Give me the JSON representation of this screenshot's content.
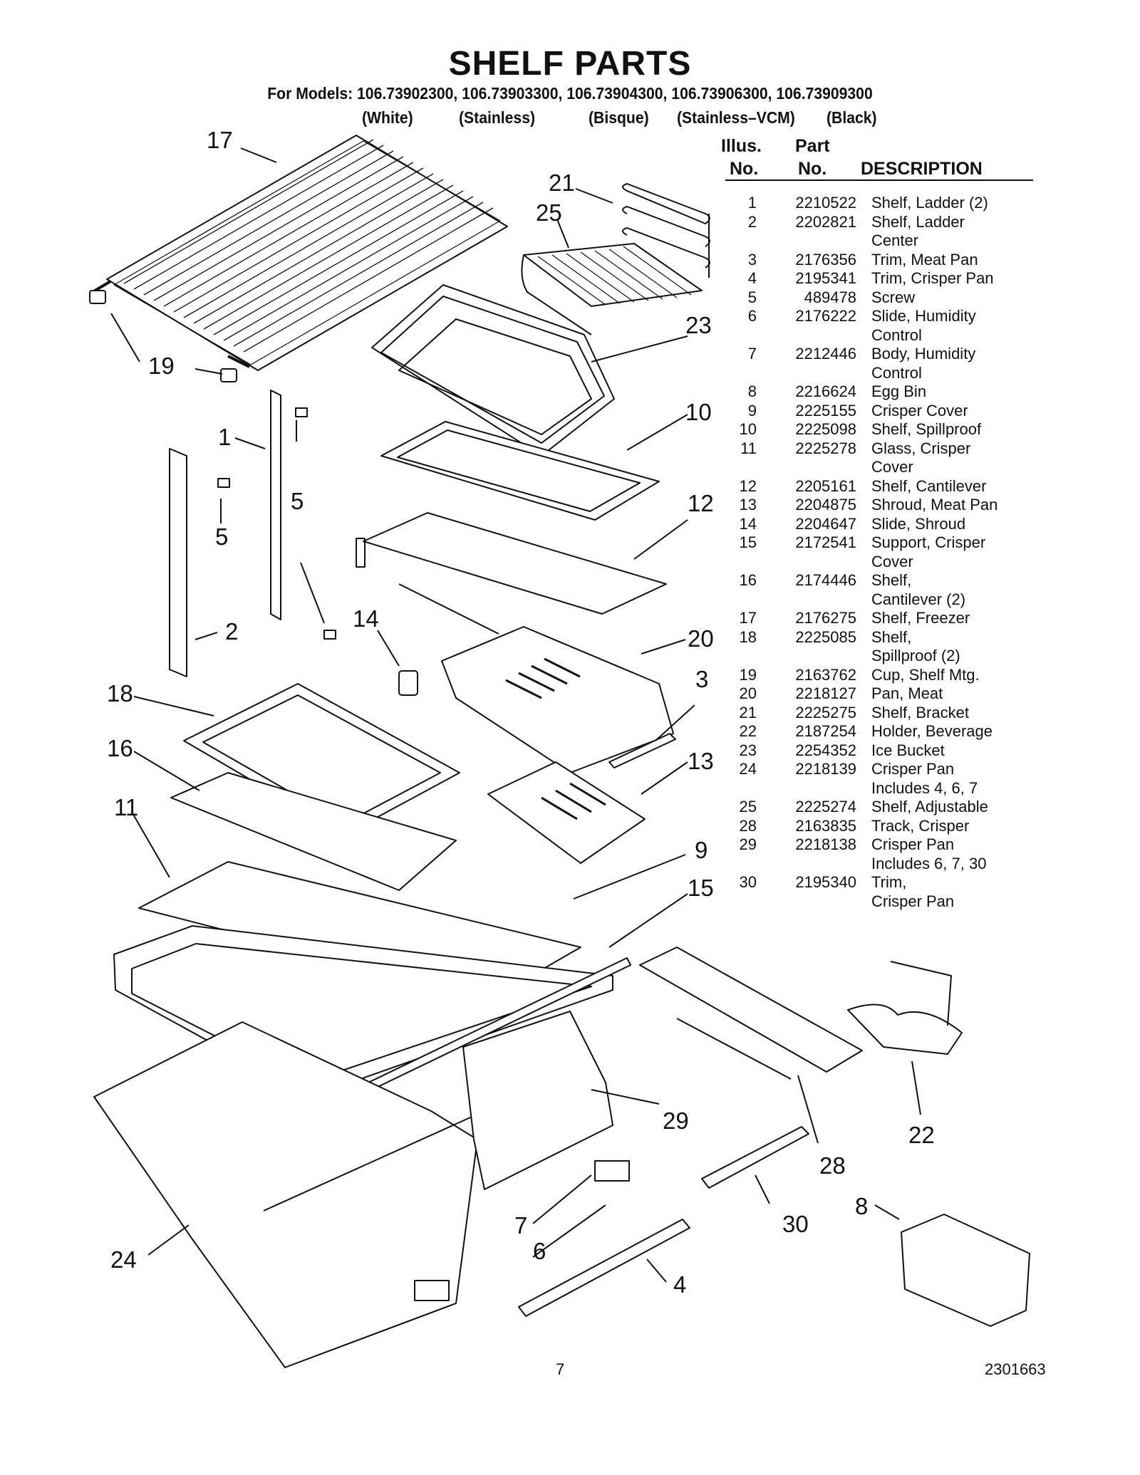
{
  "header": {
    "title": "SHELF PARTS",
    "models": "For Models: 106.73902300, 106.73903300, 106.73904300, 106.73906300, 106.73909300",
    "finishes": [
      "(White)",
      "(Stainless)",
      "(Bisque)",
      "(Stainless–VCM)",
      "(Black)"
    ]
  },
  "table": {
    "col_illus_1": "Illus.",
    "col_illus_2": "No.",
    "col_part_1": "Part",
    "col_part_2": "No.",
    "col_desc": "DESCRIPTION",
    "rows": [
      {
        "illus": "1",
        "part": "2210522",
        "desc": "Shelf, Ladder (2)"
      },
      {
        "illus": "2",
        "part": "2202821",
        "desc": "Shelf, Ladder\nCenter"
      },
      {
        "illus": "3",
        "part": "2176356",
        "desc": "Trim, Meat Pan"
      },
      {
        "illus": "4",
        "part": "2195341",
        "desc": "Trim, Crisper Pan"
      },
      {
        "illus": "5",
        "part": "489478",
        "desc": "Screw"
      },
      {
        "illus": "6",
        "part": "2176222",
        "desc": "Slide, Humidity\nControl"
      },
      {
        "illus": "7",
        "part": "2212446",
        "desc": "Body, Humidity\nControl"
      },
      {
        "illus": "8",
        "part": "2216624",
        "desc": "Egg Bin"
      },
      {
        "illus": "9",
        "part": "2225155",
        "desc": "Crisper Cover"
      },
      {
        "illus": "10",
        "part": "2225098",
        "desc": "Shelf, Spillproof"
      },
      {
        "illus": "11",
        "part": "2225278",
        "desc": "Glass, Crisper\nCover"
      },
      {
        "illus": "12",
        "part": "2205161",
        "desc": "Shelf, Cantilever"
      },
      {
        "illus": "13",
        "part": "2204875",
        "desc": "Shroud, Meat Pan"
      },
      {
        "illus": "14",
        "part": "2204647",
        "desc": "Slide, Shroud"
      },
      {
        "illus": "15",
        "part": "2172541",
        "desc": "Support, Crisper\nCover"
      },
      {
        "illus": "16",
        "part": "2174446",
        "desc": "Shelf,\nCantilever (2)"
      },
      {
        "illus": "17",
        "part": "2176275",
        "desc": "Shelf, Freezer"
      },
      {
        "illus": "18",
        "part": "2225085",
        "desc": "Shelf,\nSpillproof (2)"
      },
      {
        "illus": "19",
        "part": "2163762",
        "desc": "Cup, Shelf Mtg."
      },
      {
        "illus": "20",
        "part": "2218127",
        "desc": "Pan, Meat"
      },
      {
        "illus": "21",
        "part": "2225275",
        "desc": "Shelf, Bracket"
      },
      {
        "illus": "22",
        "part": "2187254",
        "desc": "Holder, Beverage"
      },
      {
        "illus": "23",
        "part": "2254352",
        "desc": "Ice Bucket"
      },
      {
        "illus": "24",
        "part": "2218139",
        "desc": "Crisper Pan\nIncludes 4, 6, 7"
      },
      {
        "illus": "25",
        "part": "2225274",
        "desc": "Shelf, Adjustable"
      },
      {
        "illus": "28",
        "part": "2163835",
        "desc": "Track, Crisper"
      },
      {
        "illus": "29",
        "part": "2218138",
        "desc": "Crisper Pan\nIncludes 6, 7, 30"
      },
      {
        "illus": "30",
        "part": "2195340",
        "desc": "Trim,\nCrisper Pan"
      }
    ]
  },
  "callouts": {
    "c17": "17",
    "c21": "21",
    "c25": "25",
    "c23": "23",
    "c19": "19",
    "c10": "10",
    "c1": "1",
    "c5a": "5",
    "c5b": "5",
    "c12": "12",
    "c14": "14",
    "c2": "2",
    "c20": "20",
    "c3": "3",
    "c18": "18",
    "c16": "16",
    "c13": "13",
    "c11": "11",
    "c9": "9",
    "c15": "15",
    "c29": "29",
    "c22": "22",
    "c28": "28",
    "c30": "30",
    "c8": "8",
    "c7": "7",
    "c6": "6",
    "c4": "4",
    "c24": "24"
  },
  "footer": {
    "page_number": "7",
    "doc_number": "2301663"
  }
}
